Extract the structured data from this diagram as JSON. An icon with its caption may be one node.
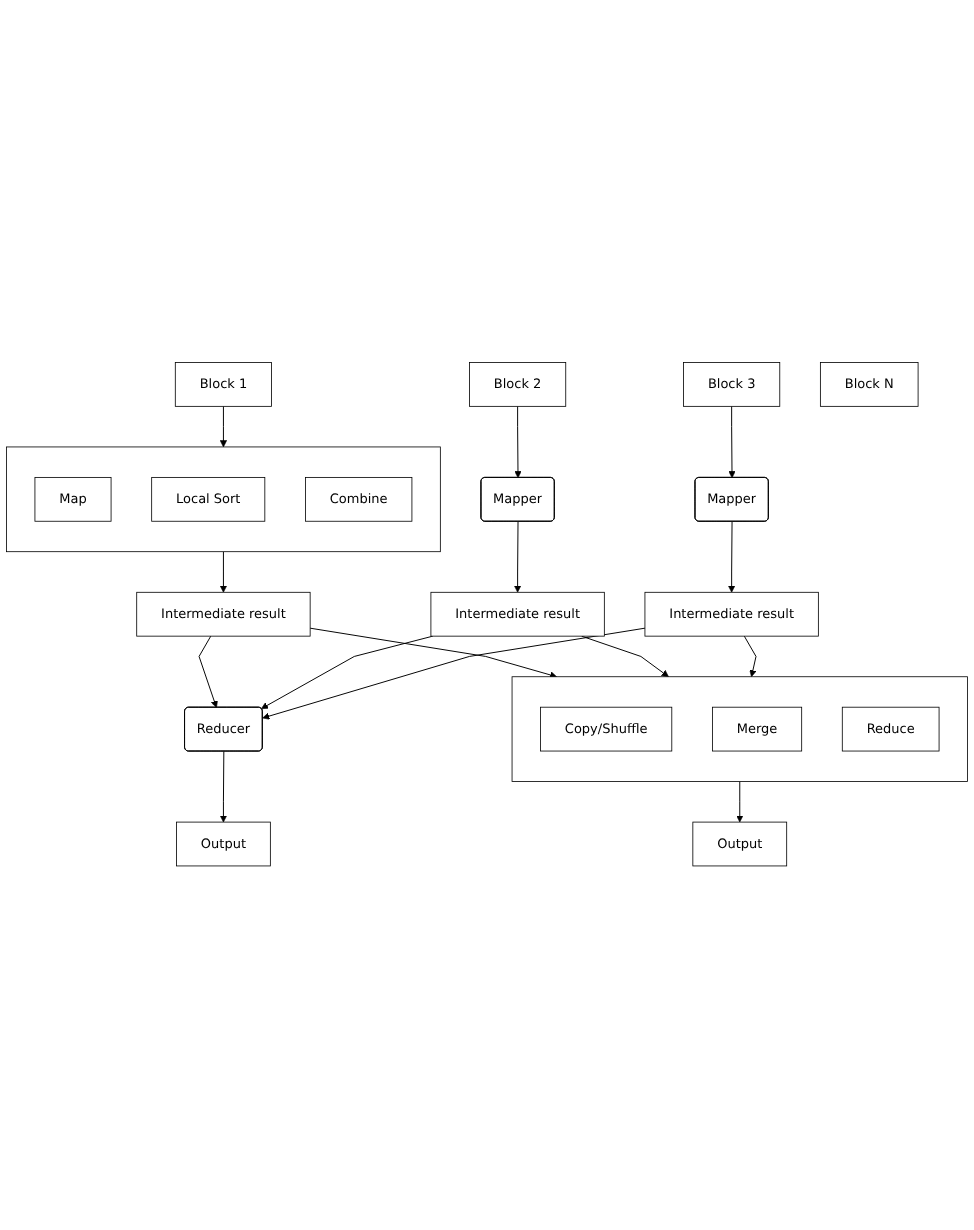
{
  "diagram": {
    "nodes": [
      {
        "text": [
          "Block 1"
        ]
      },
      {
        "text": [
          "Block 2"
        ]
      },
      {
        "text": [
          "Block 3"
        ]
      },
      {
        "text": [
          "Block N"
        ]
      },
      {
        "text": [],
        "shape": "box"
      },
      {
        "text": [
          "Map"
        ],
        "in": 4
      },
      {
        "text": [
          "Local Sort"
        ],
        "in": 4
      },
      {
        "text": [
          "Combine"
        ],
        "in": 4
      },
      {
        "text": [
          "Mapper"
        ]
      },
      {
        "text": [
          "Mapper"
        ]
      },
      {
        "text": [
          "Intermediate result"
        ]
      },
      {
        "text": [
          "Intermediate result"
        ]
      },
      {
        "text": [
          "Intermediate result"
        ]
      },
      {
        "text": [],
        "shape": "box"
      },
      {
        "text": [
          "Copy/Shuffle"
        ],
        "in": 13
      },
      {
        "text": [
          "Merge"
        ],
        "in": 13
      },
      {
        "text": [
          "Reduce"
        ],
        "in": 13
      },
      {
        "text": [
          "Reducer"
        ]
      },
      {
        "text": [
          "Output"
        ]
      },
      {
        "text": [
          "Output"
        ]
      }
    ],
    "edges": [
      {
        "from": 0,
        "to": 4,
        "arrow": "to"
      },
      {
        "from": 1,
        "to": 8,
        "arrow": "to"
      },
      {
        "from": 2,
        "to": 9,
        "arrow": "to"
      },
      {
        "from": 4,
        "to": 10,
        "arrow": "to"
      },
      {
        "from": 8,
        "to": 11,
        "arrow": "to"
      },
      {
        "from": 9,
        "to": 12,
        "arrow": "to"
      },
      {
        "from": 10,
        "to": 13,
        "arrow": "to"
      },
      {
        "from": 10,
        "to": 17,
        "arrow": "to"
      },
      {
        "from": 11,
        "to": 13,
        "arrow": "to"
      },
      {
        "from": 11,
        "to": 17,
        "arrow": "to"
      },
      {
        "from": 12,
        "to": 13,
        "arrow": "to"
      },
      {
        "from": 12,
        "to": 17,
        "arrow": "to"
      },
      {
        "from": 13,
        "to": 18,
        "arrow": "to"
      },
      {
        "from": 17,
        "to": 19,
        "arrow": "to"
      }
    ]
  }
}
